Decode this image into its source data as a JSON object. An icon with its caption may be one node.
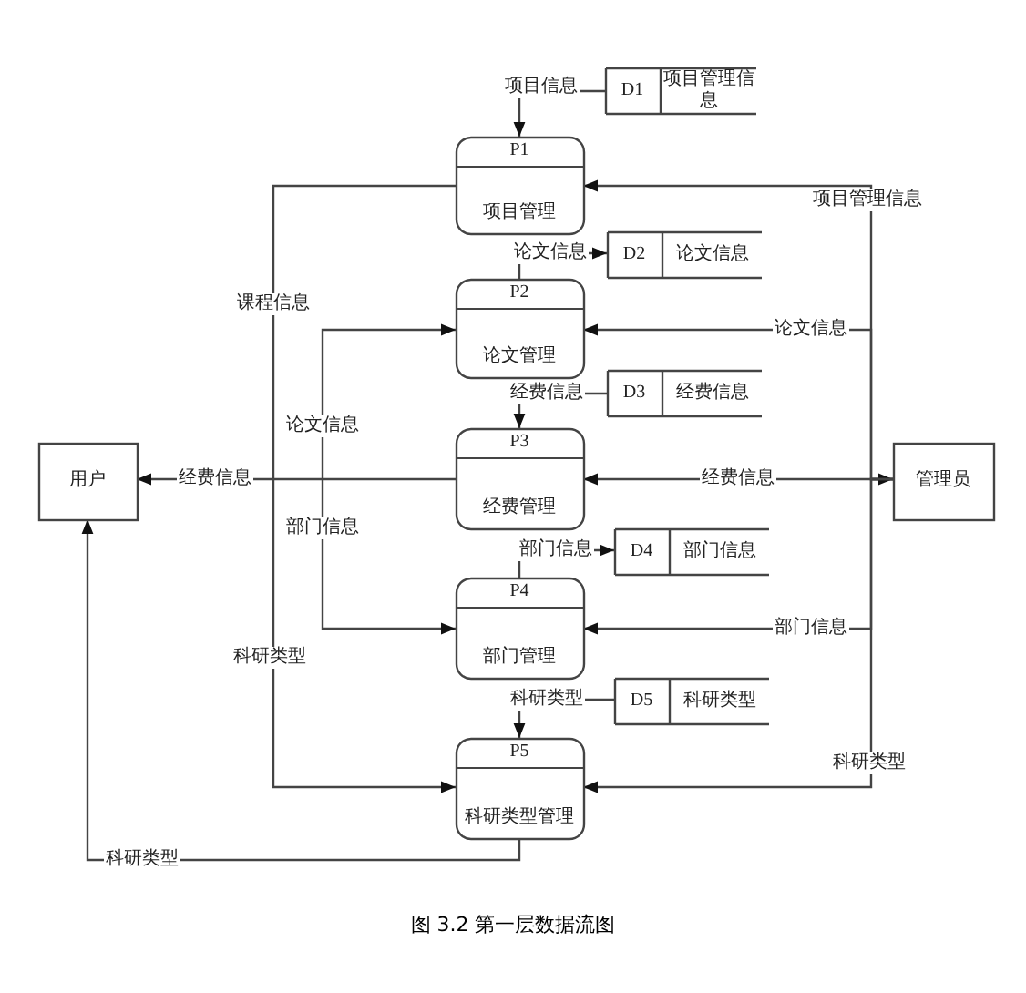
{
  "diagram": {
    "caption": "图 3.2 第一层数据流图",
    "nodes": [
      {
        "text": [
          "用户"
        ]
      },
      {
        "text": [
          "管理员"
        ]
      },
      {
        "text": [
          "P1",
          "项目管理"
        ]
      },
      {
        "text": [
          "P2",
          "论文管理"
        ]
      },
      {
        "text": [
          "P3",
          "经费管理"
        ]
      },
      {
        "text": [
          "P4",
          "部门管理"
        ]
      },
      {
        "text": [
          "P5",
          "科研类型管理"
        ]
      },
      {
        "text": [
          "D1",
          "项目管理信息"
        ]
      },
      {
        "text": [
          "D2",
          "论文信息"
        ]
      },
      {
        "text": [
          "D3",
          "经费信息"
        ]
      },
      {
        "text": [
          "D4",
          "部门信息"
        ]
      },
      {
        "text": [
          "D5",
          "科研类型"
        ]
      }
    ],
    "edges": [
      {
        "from": 7,
        "to": 2,
        "arrow": "to",
        "label": "项目信息"
      },
      {
        "from": 1,
        "to": 2,
        "arrow": "to",
        "label": "项目管理信息"
      },
      {
        "from": 3,
        "to": 8,
        "arrow": "to",
        "label": "论文信息"
      },
      {
        "from": 1,
        "to": 3,
        "arrow": "to",
        "label": "论文信息"
      },
      {
        "from": 9,
        "to": 4,
        "arrow": "to",
        "label": "经费信息"
      },
      {
        "from": 4,
        "to": 1,
        "arrow": "both",
        "label": "经费信息"
      },
      {
        "from": 5,
        "to": 10,
        "arrow": "to",
        "label": "部门信息"
      },
      {
        "from": 1,
        "to": 5,
        "arrow": "to",
        "label": "部门信息"
      },
      {
        "from": 11,
        "to": 6,
        "arrow": "to",
        "label": "科研类型"
      },
      {
        "from": 1,
        "to": 6,
        "arrow": "to",
        "label": "科研类型"
      },
      {
        "from": 4,
        "to": 0,
        "arrow": "to",
        "label": "经费信息"
      },
      {
        "from": 2,
        "to": 6,
        "arrow": "to",
        "label": "课程信息"
      },
      {
        "from": 3,
        "to": 5,
        "arrow": "both",
        "label": "论文信息"
      },
      {
        "from": 6,
        "to": 0,
        "arrow": "to",
        "label": "科研类型"
      }
    ],
    "labels": [
      "科研类型",
      "部门信息"
    ]
  }
}
